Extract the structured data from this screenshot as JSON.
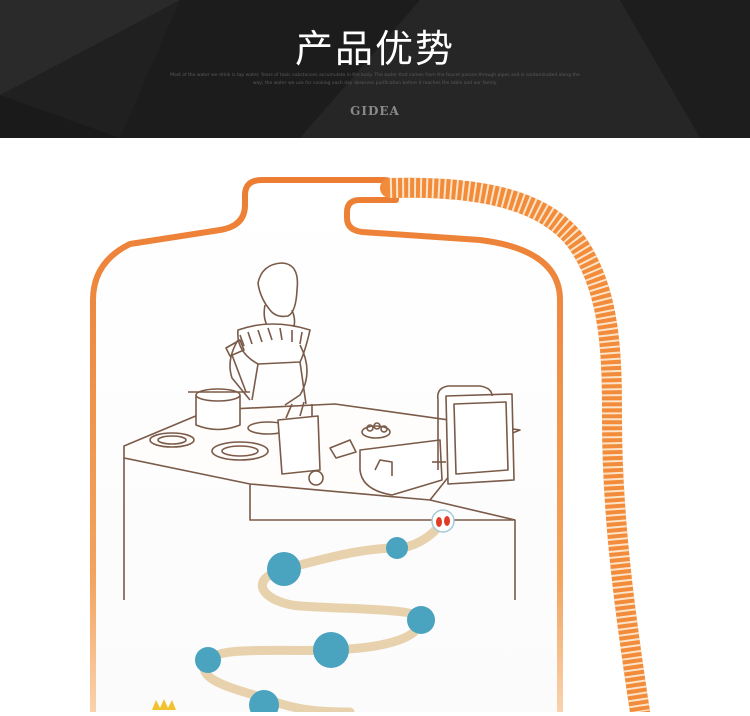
{
  "header": {
    "title": "产品优势",
    "subtext": "Most of the water we drink is tap water. Years of toxic substances accumulate in the body. The water that comes from the faucet passes through pipes and is contaminated along the way; the water we use for cooking each day deserves purification before it reaches the table and our family.",
    "brand": "GIDEA"
  },
  "colors": {
    "header_bg": "#202020",
    "outline_orange": "#ec7d32",
    "hose_orange": "#f28c3a",
    "path_beige": "#e8d2ad",
    "node_blue": "#4aa3bf",
    "sketch_brown": "#7a5a48"
  }
}
